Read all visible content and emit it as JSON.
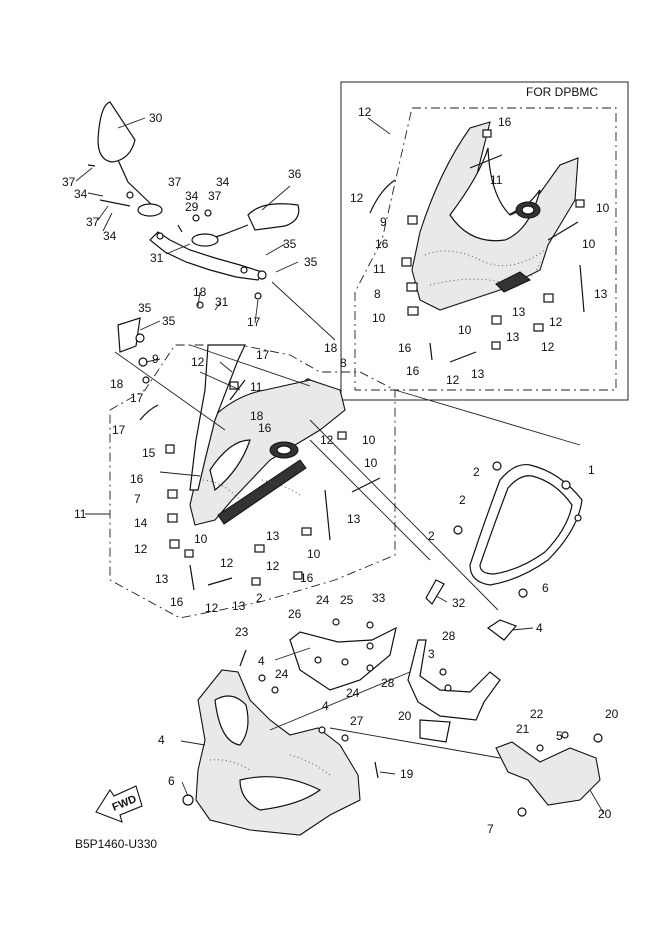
{
  "diagram_code": "B5P1460-U330",
  "fwd_label": "FWD",
  "inset_title": "FOR DPBMC",
  "colors": {
    "line": "#222222",
    "background": "#ffffff"
  },
  "callouts": [
    {
      "id": "c30",
      "text": "30"
    },
    {
      "id": "c37a",
      "text": "37"
    },
    {
      "id": "c34a",
      "text": "34"
    },
    {
      "id": "c37b",
      "text": "37"
    },
    {
      "id": "c34b",
      "text": "34"
    },
    {
      "id": "c37c",
      "text": "37"
    },
    {
      "id": "c34c",
      "text": "34"
    },
    {
      "id": "c34d",
      "text": "34"
    },
    {
      "id": "c37d",
      "text": "37"
    },
    {
      "id": "c29",
      "text": "29"
    },
    {
      "id": "c36",
      "text": "36"
    },
    {
      "id": "c31a",
      "text": "31"
    },
    {
      "id": "c35a",
      "text": "35"
    },
    {
      "id": "c35b",
      "text": "35"
    },
    {
      "id": "c17a",
      "text": "17"
    },
    {
      "id": "c18a",
      "text": "18"
    },
    {
      "id": "c31b",
      "text": "31"
    },
    {
      "id": "c35c",
      "text": "35"
    },
    {
      "id": "c35d",
      "text": "35"
    },
    {
      "id": "c9",
      "text": "9"
    },
    {
      "id": "c12a",
      "text": "12"
    },
    {
      "id": "c17b",
      "text": "17"
    },
    {
      "id": "c18b",
      "text": "18"
    },
    {
      "id": "c17c",
      "text": "17"
    },
    {
      "id": "c18c",
      "text": "18"
    },
    {
      "id": "c16a",
      "text": "16"
    },
    {
      "id": "c11a",
      "text": "11"
    },
    {
      "id": "c17d",
      "text": "17"
    },
    {
      "id": "c18d",
      "text": "18"
    },
    {
      "id": "c8",
      "text": "8"
    },
    {
      "id": "c12b",
      "text": "12"
    },
    {
      "id": "c10a",
      "text": "10"
    },
    {
      "id": "c15",
      "text": "15"
    },
    {
      "id": "c16b",
      "text": "16"
    },
    {
      "id": "c10b",
      "text": "10"
    },
    {
      "id": "c7",
      "text": "7"
    },
    {
      "id": "c11b",
      "text": "11"
    },
    {
      "id": "c13a",
      "text": "13"
    },
    {
      "id": "c14",
      "text": "14"
    },
    {
      "id": "c13b",
      "text": "13"
    },
    {
      "id": "c12c",
      "text": "12"
    },
    {
      "id": "c10c",
      "text": "10"
    },
    {
      "id": "c10d",
      "text": "10"
    },
    {
      "id": "c12d",
      "text": "12"
    },
    {
      "id": "c12e",
      "text": "12"
    },
    {
      "id": "c13c",
      "text": "13"
    },
    {
      "id": "c16c",
      "text": "16"
    },
    {
      "id": "c16d",
      "text": "16"
    },
    {
      "id": "c12f",
      "text": "12"
    },
    {
      "id": "c13d",
      "text": "13"
    },
    {
      "id": "c2a",
      "text": "2"
    },
    {
      "id": "c2b",
      "text": "2"
    },
    {
      "id": "c1",
      "text": "1"
    },
    {
      "id": "c2c",
      "text": "2"
    },
    {
      "id": "c2d",
      "text": "2"
    },
    {
      "id": "c6a",
      "text": "6"
    },
    {
      "id": "c23",
      "text": "23"
    },
    {
      "id": "c26",
      "text": "26"
    },
    {
      "id": "c24a",
      "text": "24"
    },
    {
      "id": "c25",
      "text": "25"
    },
    {
      "id": "c33",
      "text": "33"
    },
    {
      "id": "c32",
      "text": "32"
    },
    {
      "id": "c4a",
      "text": "4"
    },
    {
      "id": "c4b",
      "text": "4"
    },
    {
      "id": "c24b",
      "text": "24"
    },
    {
      "id": "c24c",
      "text": "24"
    },
    {
      "id": "c28a",
      "text": "28"
    },
    {
      "id": "c28b",
      "text": "28"
    },
    {
      "id": "c3",
      "text": "3"
    },
    {
      "id": "c4c",
      "text": "4"
    },
    {
      "id": "c4d",
      "text": "4"
    },
    {
      "id": "c27",
      "text": "27"
    },
    {
      "id": "c20a",
      "text": "20"
    },
    {
      "id": "c22",
      "text": "22"
    },
    {
      "id": "c21",
      "text": "21"
    },
    {
      "id": "c20b",
      "text": "20"
    },
    {
      "id": "c5",
      "text": "5"
    },
    {
      "id": "c6b",
      "text": "6"
    },
    {
      "id": "c19",
      "text": "19"
    },
    {
      "id": "c20c",
      "text": "20"
    },
    {
      "id": "i7",
      "text": "7"
    },
    {
      "id": "i12a",
      "text": "12"
    },
    {
      "id": "i16a",
      "text": "16"
    },
    {
      "id": "i11a",
      "text": "11"
    },
    {
      "id": "i12b",
      "text": "12"
    },
    {
      "id": "i10a",
      "text": "10"
    },
    {
      "id": "i9",
      "text": "9"
    },
    {
      "id": "i16b",
      "text": "16"
    },
    {
      "id": "i10b",
      "text": "10"
    },
    {
      "id": "i11b",
      "text": "11"
    },
    {
      "id": "i13a",
      "text": "13"
    },
    {
      "id": "i8",
      "text": "8"
    },
    {
      "id": "i13b",
      "text": "13"
    },
    {
      "id": "i10c",
      "text": "10"
    },
    {
      "id": "i12c",
      "text": "12"
    },
    {
      "id": "i10d",
      "text": "10"
    },
    {
      "id": "i13c",
      "text": "13"
    },
    {
      "id": "i12d",
      "text": "12"
    },
    {
      "id": "i16c",
      "text": "16"
    },
    {
      "id": "i16d",
      "text": "16"
    },
    {
      "id": "i12e",
      "text": "12"
    },
    {
      "id": "i13d",
      "text": "13"
    }
  ]
}
